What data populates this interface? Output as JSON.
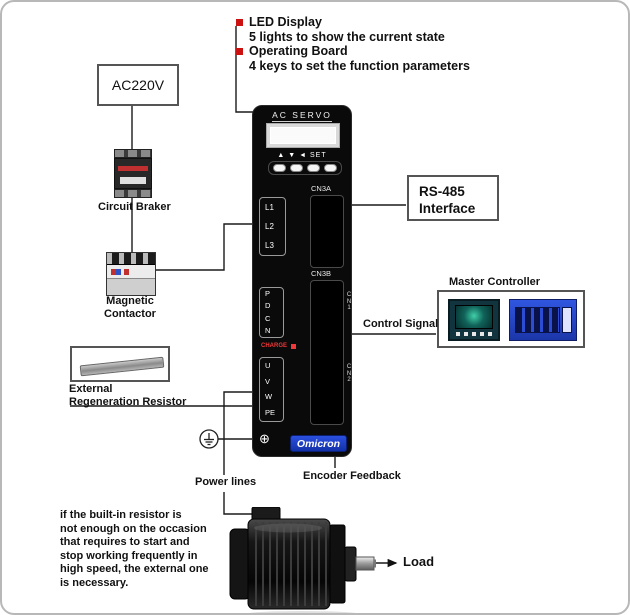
{
  "colors": {
    "accent_red": "#cc1111",
    "brand_blue": "#1c38b0",
    "line": "#1a1a1a"
  },
  "top_note": {
    "l1": "LED Display",
    "l2": "5 lights to show the current state",
    "l3": "Operating Board",
    "l4": "4 keys to set the function parameters"
  },
  "left": {
    "ac220v": "AC220V",
    "circuit_braker": "Circuit Braker",
    "magnetic1": "Magnetic",
    "magnetic2": "Contactor",
    "resistor1": "External",
    "resistor2": "Regeneration Resistor"
  },
  "drive": {
    "header": "AC  SERVO",
    "keys": "▲  ▼  ◄  SET",
    "cn3a": "CN3A",
    "cn3b": "CN3B",
    "l_terms": [
      "L1",
      "L2",
      "L3"
    ],
    "pdcn": [
      "P",
      "D",
      "C",
      "N"
    ],
    "charge": "CHARGE",
    "uvw": [
      "U",
      "V",
      "W",
      "PE"
    ],
    "cn1": "C\nN\n1",
    "cn2": "C\nN\n2",
    "ground": "⊕",
    "brand": "Omicron"
  },
  "right": {
    "rs485_1": "RS-485",
    "rs485_2": "Interface",
    "master": "Master Controller",
    "control_signal": "Control Signal"
  },
  "bottom": {
    "power_lines": "Power lines",
    "encoder": "Encoder Feedback",
    "load": "Load",
    "note": [
      "if the built-in resistor is",
      "not enough on the occasion",
      "that requires to start  and",
      "stop working frequently in",
      "high speed, the external one",
      "is necessary."
    ]
  }
}
